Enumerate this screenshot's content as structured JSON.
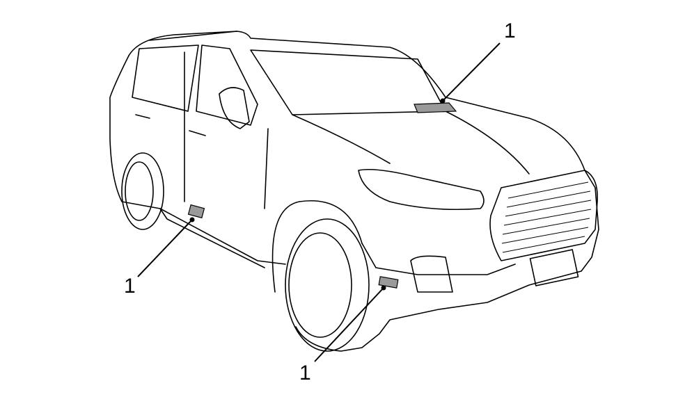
{
  "diagram": {
    "callouts": [
      {
        "label": "1",
        "target": "windshield-base-sensor"
      },
      {
        "label": "1",
        "target": "side-sill-sensor"
      },
      {
        "label": "1",
        "target": "front-bumper-sensor"
      }
    ],
    "colors": {
      "line": "#000000",
      "marker_fill": "#9a9a9a",
      "background": "#ffffff"
    }
  }
}
